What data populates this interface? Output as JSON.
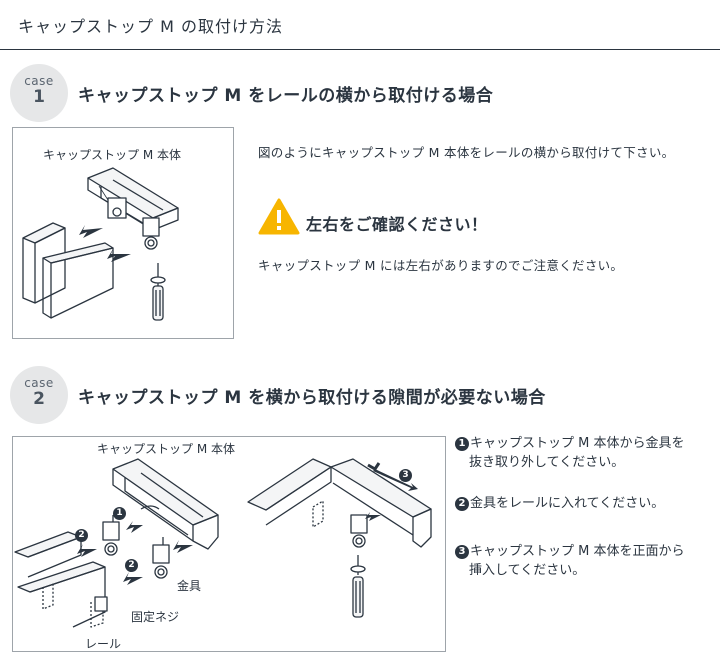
{
  "header": {
    "title": "キャップストップ M の取付け方法"
  },
  "case1": {
    "badge_label": "case",
    "badge_number": "1",
    "heading": "キャップストップ M をレールの横から取付ける場合",
    "figure_label": "キャップストップ M 本体",
    "description": "図のようにキャップストップ M 本体をレールの横から取付けて下さい。",
    "warning_title": "左右をご確認ください！",
    "warning_text": "キャップストップ M には左右がありますのでご注意ください。",
    "warning_icon": "warning-triangle-icon",
    "warning_color": "#f7b500"
  },
  "case2": {
    "badge_label": "case",
    "badge_number": "2",
    "heading": "キャップストップ M を横から取付ける隙間が必要ない場合",
    "figure_labels": {
      "body": "キャップストップ M 本体",
      "bracket": "金具",
      "screw": "固定ネジ",
      "rail": "レール"
    },
    "markers": [
      "1",
      "2",
      "3"
    ],
    "steps": [
      {
        "num": "1",
        "line1": "キャップストップ M 本体から金具を",
        "line2": "抜き取り外してください。"
      },
      {
        "num": "2",
        "line1": "金具をレールに入れてください。",
        "line2": ""
      },
      {
        "num": "3",
        "line1": "キャップストップ M 本体を正面から",
        "line2": "挿入してください。"
      }
    ]
  }
}
